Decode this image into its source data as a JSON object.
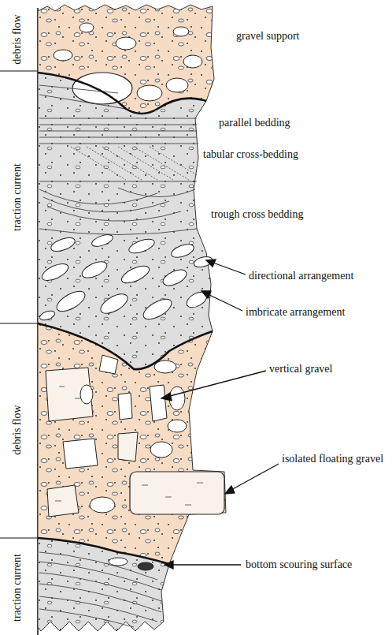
{
  "diagram": {
    "labels": [
      "debris flow",
      "traction current",
      "debris flow",
      "traction current",
      "gravel support",
      "parallel bedding",
      "tabular cross-bedding",
      "trough cross bedding",
      "directional arrangement",
      "imbricate arrangement",
      "vertical gravel",
      "isolated floating gravel",
      "bottom scouring surface"
    ]
  }
}
